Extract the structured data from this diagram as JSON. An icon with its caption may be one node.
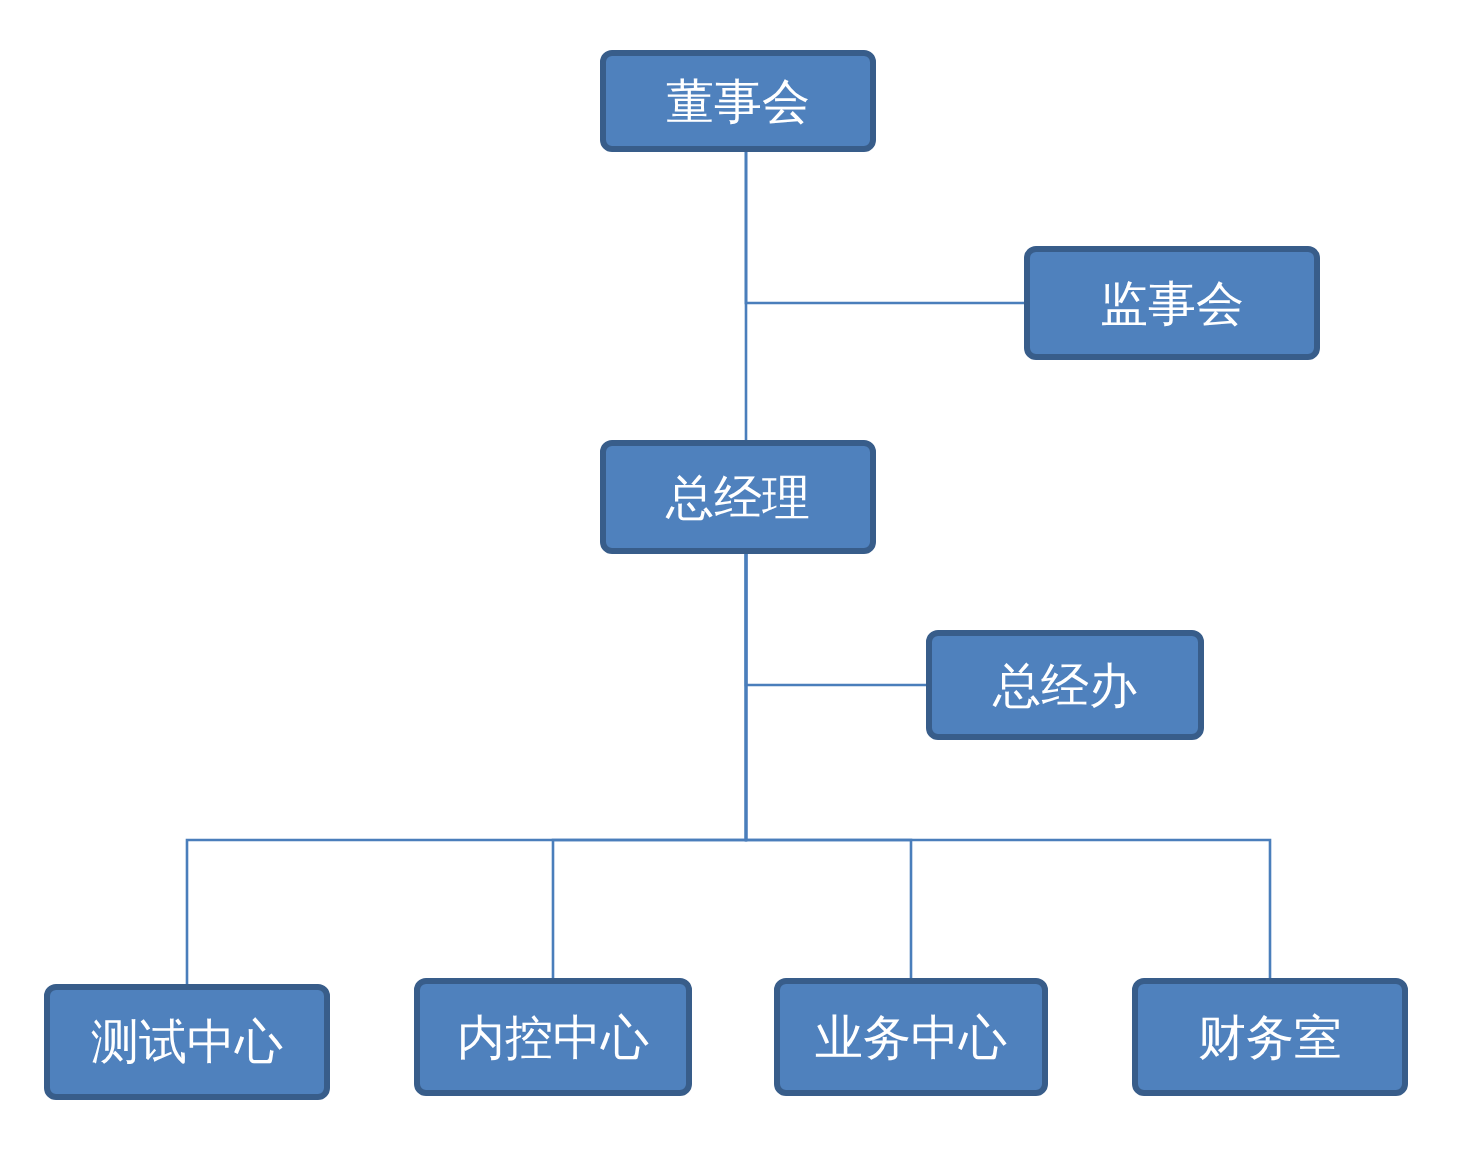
{
  "diagram": {
    "nodes": [
      {
        "text": [
          "董事会"
        ]
      },
      {
        "text": [
          "监事会"
        ]
      },
      {
        "text": [
          "总经理"
        ]
      },
      {
        "text": [
          "总经办"
        ]
      },
      {
        "text": [
          "测试中心"
        ]
      },
      {
        "text": [
          "内控中心"
        ]
      },
      {
        "text": [
          "业务中心"
        ]
      },
      {
        "text": [
          "财务室"
        ]
      }
    ],
    "edges": [
      {
        "from": 0,
        "to": 2,
        "arrow": "none"
      },
      {
        "from": 0,
        "to": 1,
        "arrow": "none"
      },
      {
        "from": 2,
        "to": 3,
        "arrow": "none"
      },
      {
        "from": 2,
        "to": 4,
        "arrow": "none"
      },
      {
        "from": 2,
        "to": 5,
        "arrow": "none"
      },
      {
        "from": 2,
        "to": 6,
        "arrow": "none"
      },
      {
        "from": 2,
        "to": 7,
        "arrow": "none"
      }
    ]
  }
}
